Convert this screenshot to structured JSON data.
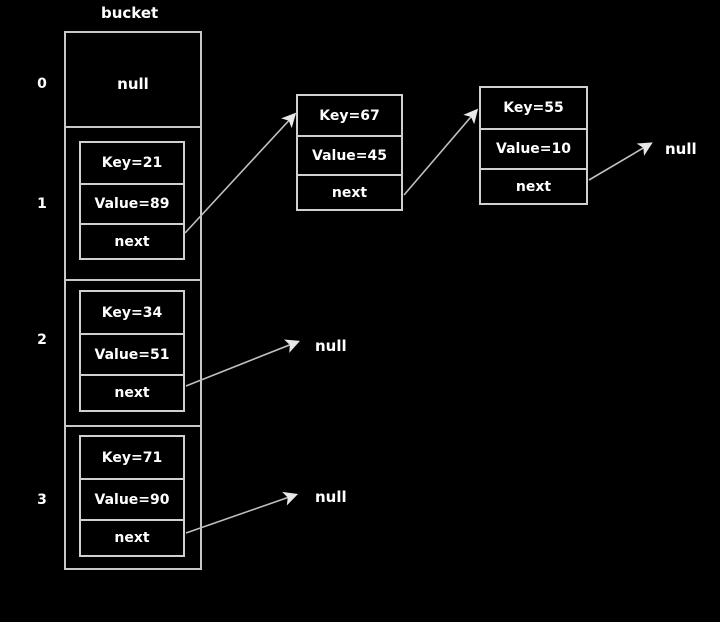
{
  "diagram": {
    "title": "bucket",
    "background_color": "#000000",
    "line_color": "#c8c8c8",
    "text_color": "#ffffff",
    "null_text": "null",
    "next_text": "next",
    "buckets": [
      {
        "index": "0",
        "empty_label": "null",
        "nodes": []
      },
      {
        "index": "1",
        "nodes": [
          {
            "key": "Key=21",
            "value": "Value=89",
            "next": "next"
          }
        ]
      },
      {
        "index": "2",
        "nodes": [
          {
            "key": "Key=34",
            "value": "Value=51",
            "next": "next"
          }
        ],
        "terminator": "null"
      },
      {
        "index": "3",
        "nodes": [
          {
            "key": "Key=71",
            "value": "Value=90",
            "next": "next"
          }
        ],
        "terminator": "null"
      }
    ],
    "chain": [
      {
        "key": "Key=67",
        "value": "Value=45",
        "next": "next"
      },
      {
        "key": "Key=55",
        "value": "Value=10",
        "next": "next"
      }
    ],
    "chain_terminator": "null"
  }
}
